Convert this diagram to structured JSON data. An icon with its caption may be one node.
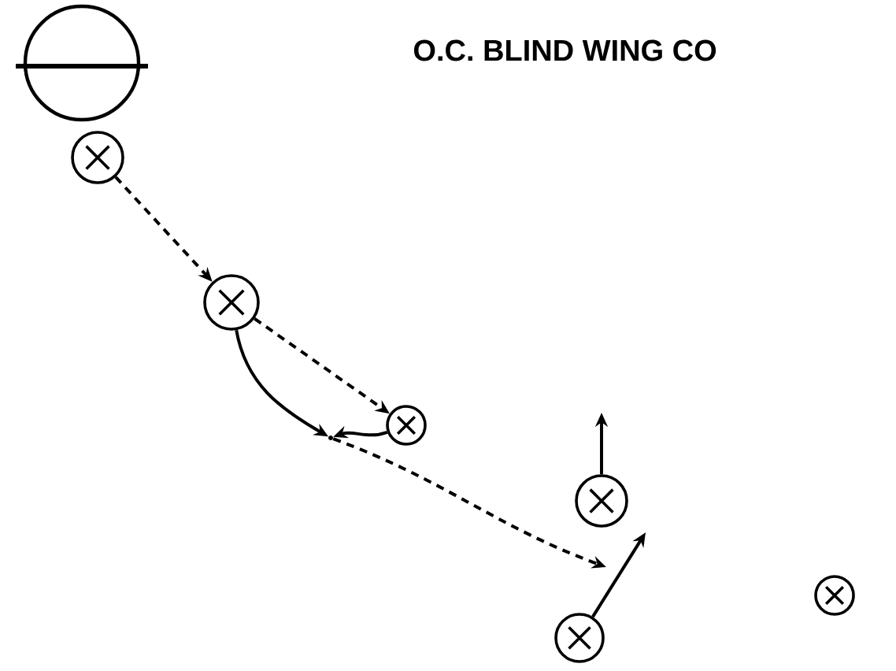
{
  "diagram": {
    "nodes": [
      {
        "text": [],
        "shape": "ball"
      },
      {
        "text": [],
        "shape": "circle"
      },
      {
        "text": [],
        "shape": "circle"
      },
      {
        "text": [],
        "shape": "circle"
      },
      {
        "text": [],
        "shape": "point"
      },
      {
        "text": [],
        "shape": "circle"
      },
      {
        "text": [],
        "shape": "circle"
      },
      {
        "text": [],
        "shape": "circle"
      }
    ],
    "edges": [
      {
        "from": 1,
        "to": 2,
        "arrow": "to",
        "style": "dashed"
      },
      {
        "from": 2,
        "to": 3,
        "arrow": "to",
        "style": "dashed"
      },
      {
        "from": 2,
        "to": 4,
        "arrow": "to"
      },
      {
        "from": 3,
        "to": 4,
        "arrow": "to"
      },
      {
        "from": 4,
        "to": null,
        "arrow": "to",
        "style": "dashed"
      },
      {
        "from": 5,
        "to": null,
        "arrow": "to"
      },
      {
        "from": 6,
        "to": null,
        "arrow": "to"
      }
    ],
    "labels": [
      "O.C. BLIND WING CO"
    ]
  }
}
